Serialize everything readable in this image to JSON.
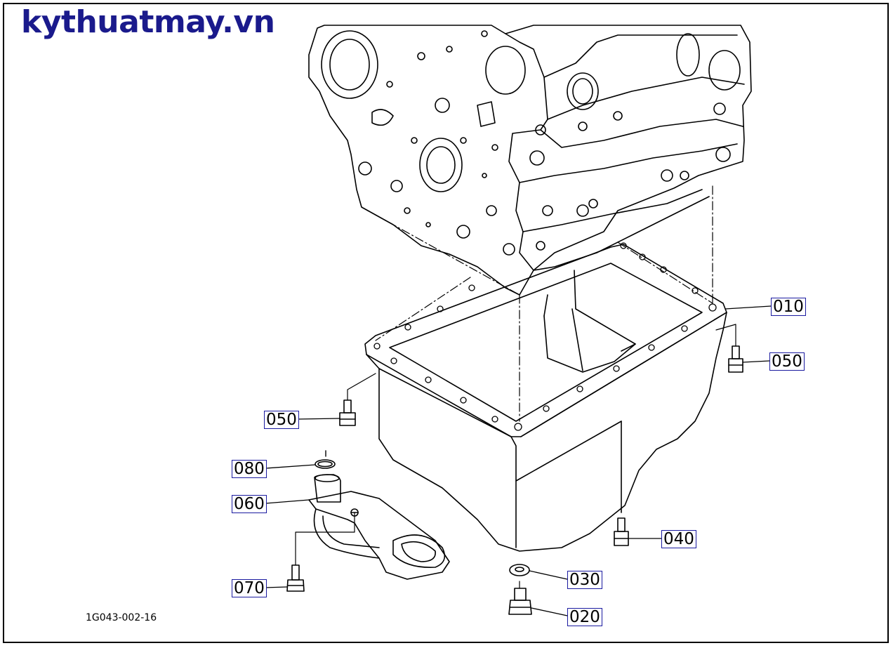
{
  "brand": {
    "text": "kythuatmay.vn",
    "color": "#1a1a8c"
  },
  "doc_id": "1G043-002-16",
  "callouts": [
    {
      "id": "010"
    },
    {
      "id": "050"
    },
    {
      "id": "050"
    },
    {
      "id": "080"
    },
    {
      "id": "060"
    },
    {
      "id": "040"
    },
    {
      "id": "030"
    },
    {
      "id": "070"
    },
    {
      "id": "020"
    }
  ],
  "colors": {
    "line": "#000000",
    "label_border": "#1a1aa0"
  }
}
